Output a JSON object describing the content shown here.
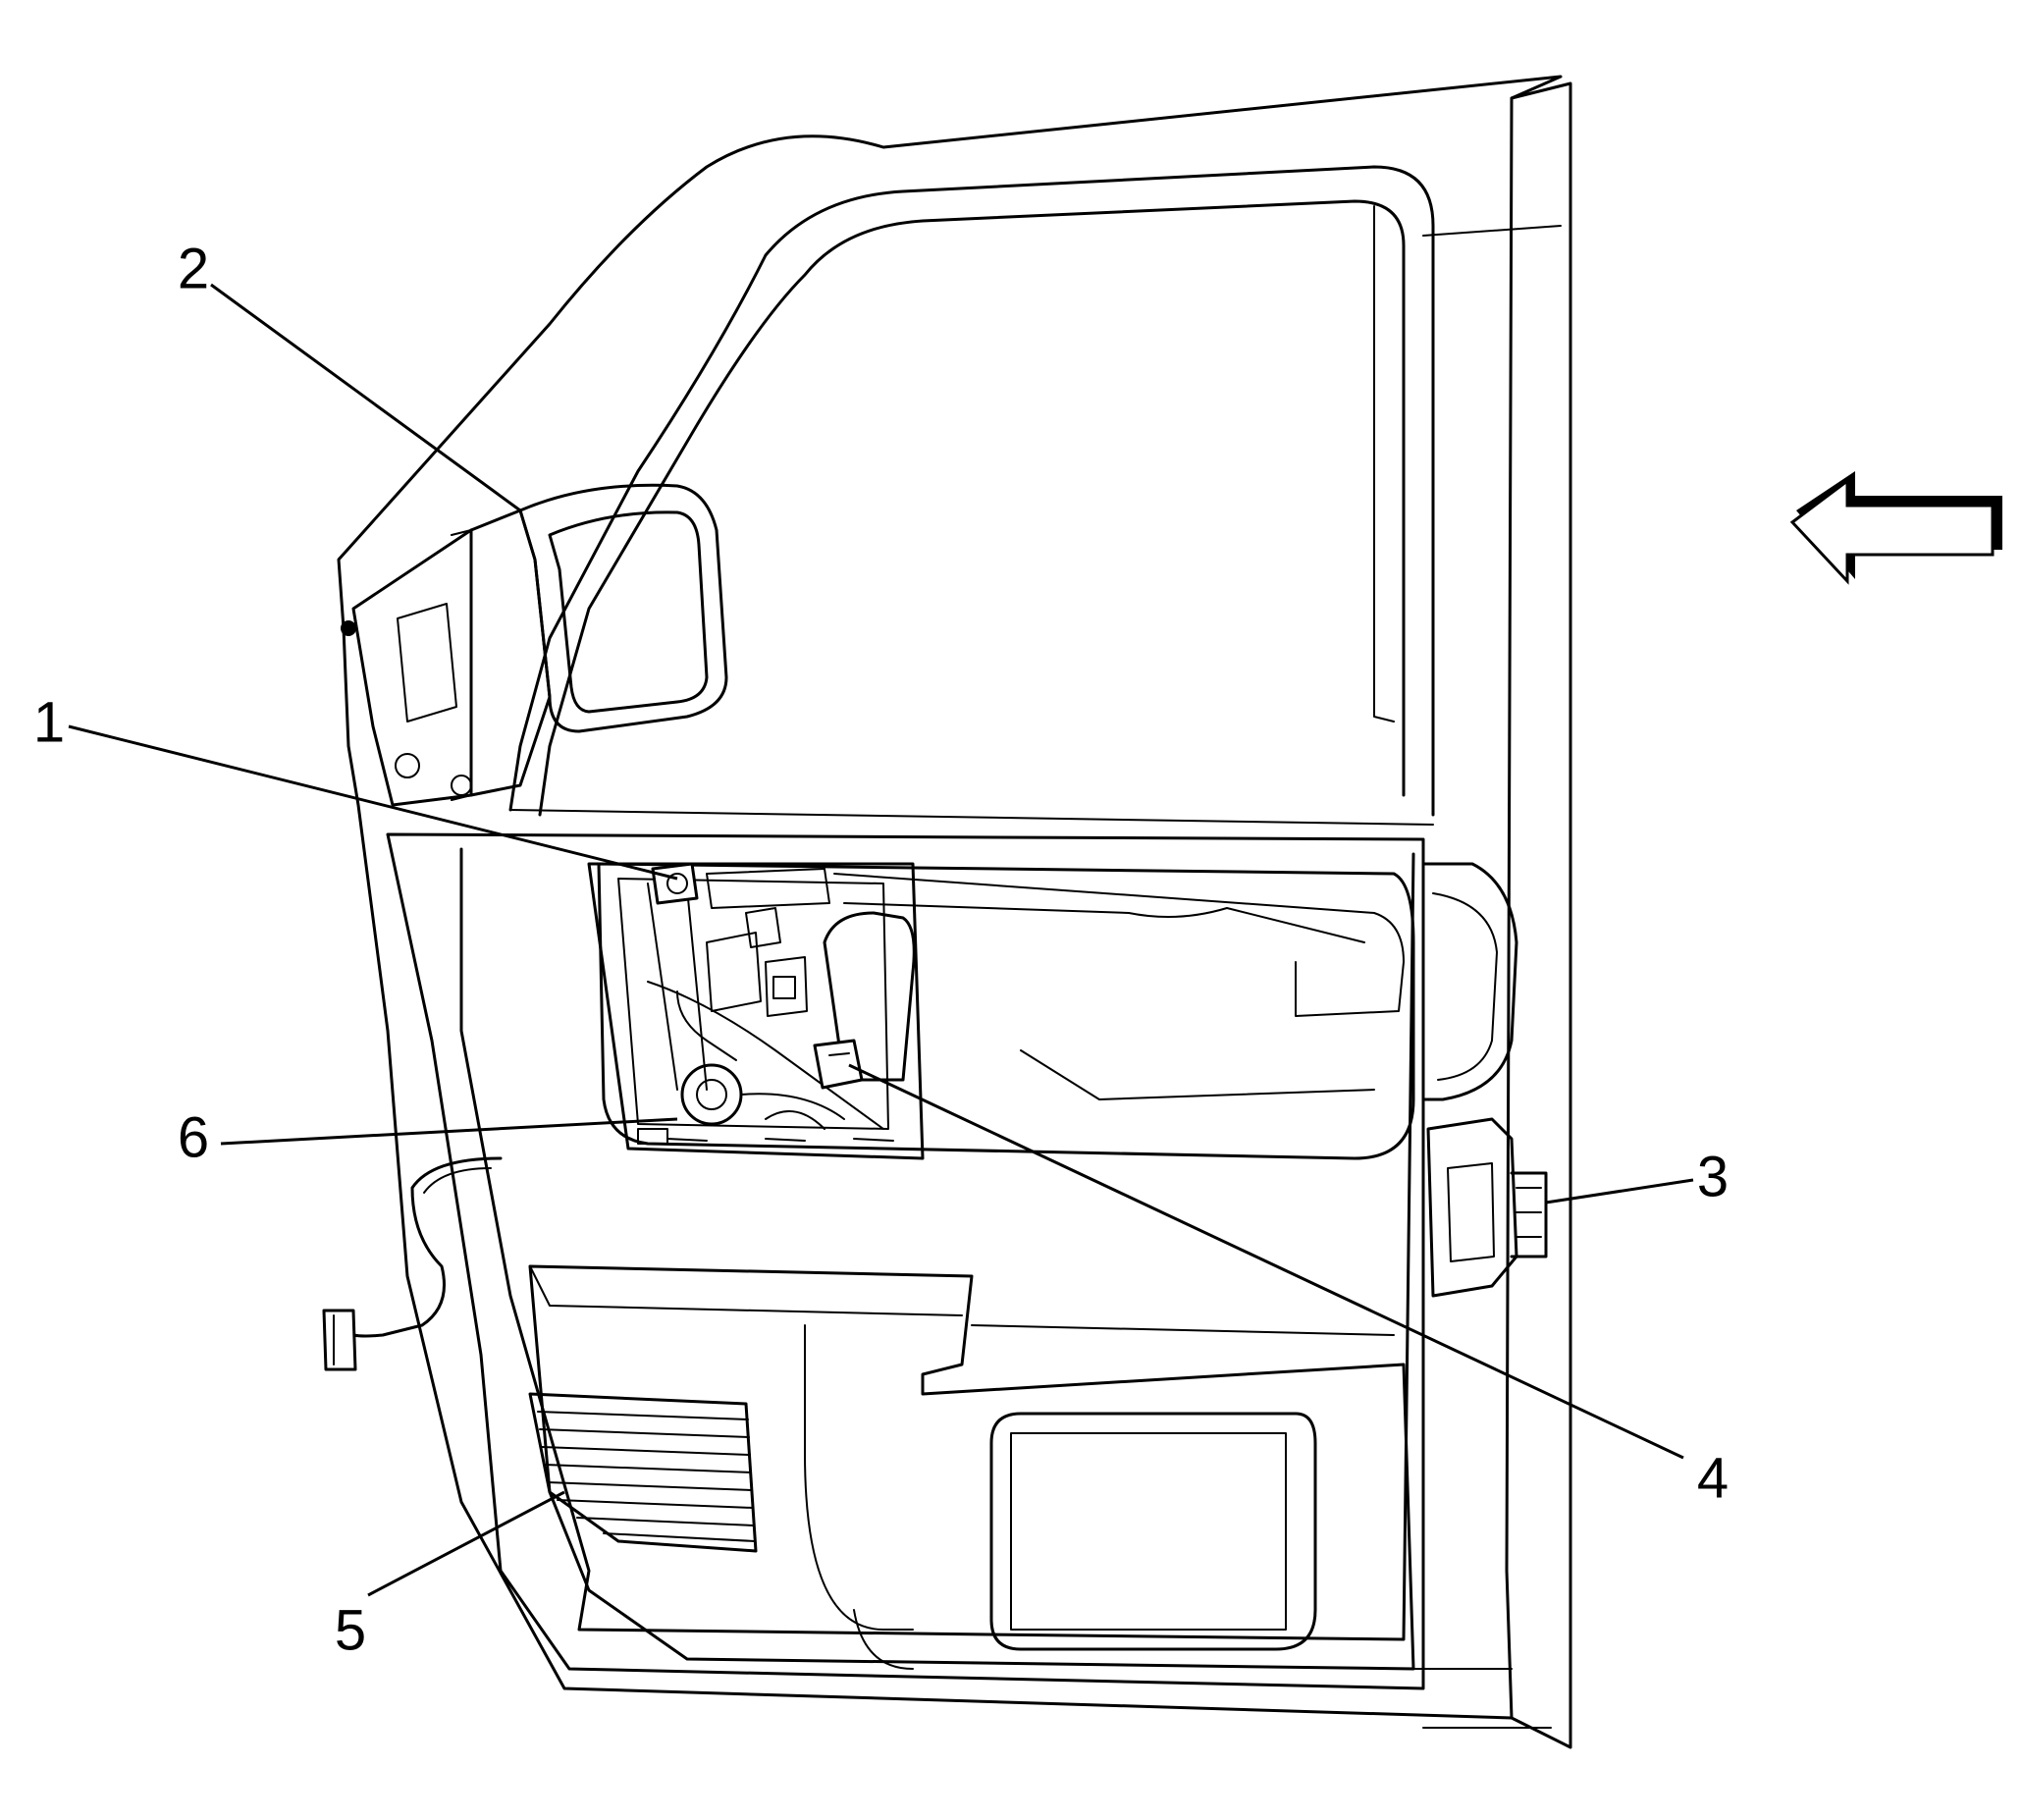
{
  "callouts": [
    {
      "id": "1",
      "label": "1"
    },
    {
      "id": "2",
      "label": "2"
    },
    {
      "id": "3",
      "label": "3"
    },
    {
      "id": "4",
      "label": "4"
    },
    {
      "id": "5",
      "label": "5"
    },
    {
      "id": "6",
      "label": "6"
    }
  ],
  "arrow": {
    "icon": "left-arrow-icon",
    "direction": "left"
  },
  "colors": {
    "line": "#000000",
    "background": "#ffffff"
  }
}
